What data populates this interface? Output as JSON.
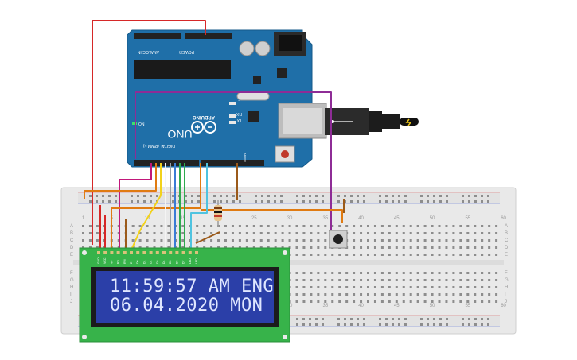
{
  "arduino": {
    "brand": "ARDUINO",
    "model": "UNO",
    "power_label": "POWER",
    "analog_label": "ANALOG IN",
    "digital_label": "DIGITAL (PWM ~)",
    "tx_label": "TX",
    "rx_label": "RX",
    "on_label": "ON",
    "l_label": "L",
    "aref_label": "AREF"
  },
  "breadboard": {
    "row_letters_top": [
      "A",
      "B",
      "C",
      "D",
      "E"
    ],
    "row_letters_bottom": [
      "F",
      "G",
      "H",
      "I",
      "J"
    ],
    "column_numbers": [
      "1",
      "5",
      "10",
      "15",
      "20",
      "25",
      "30",
      "35",
      "40",
      "45",
      "50",
      "55",
      "60"
    ]
  },
  "lcd": {
    "line1": "11:59:57 AM ENG",
    "line2": "06.04.2020 MON",
    "backlight_color": "#2b3fa8",
    "pin_labels": [
      "GND",
      "VCC",
      "V0",
      "RS",
      "RW",
      "E",
      "D0",
      "D1",
      "D2",
      "D3",
      "D4",
      "D5",
      "D6",
      "D7",
      "LED",
      "LED"
    ]
  },
  "colors": {
    "board": "#1f6fa8",
    "lcd_pcb": "#37b34a",
    "wire_red": "#d62828",
    "wire_purple": "#8e2c96",
    "wire_orange": "#e07b12",
    "wire_magenta": "#c2187a",
    "wire_yellow": "#f2d21b",
    "wire_brown": "#9b5a1a"
  }
}
